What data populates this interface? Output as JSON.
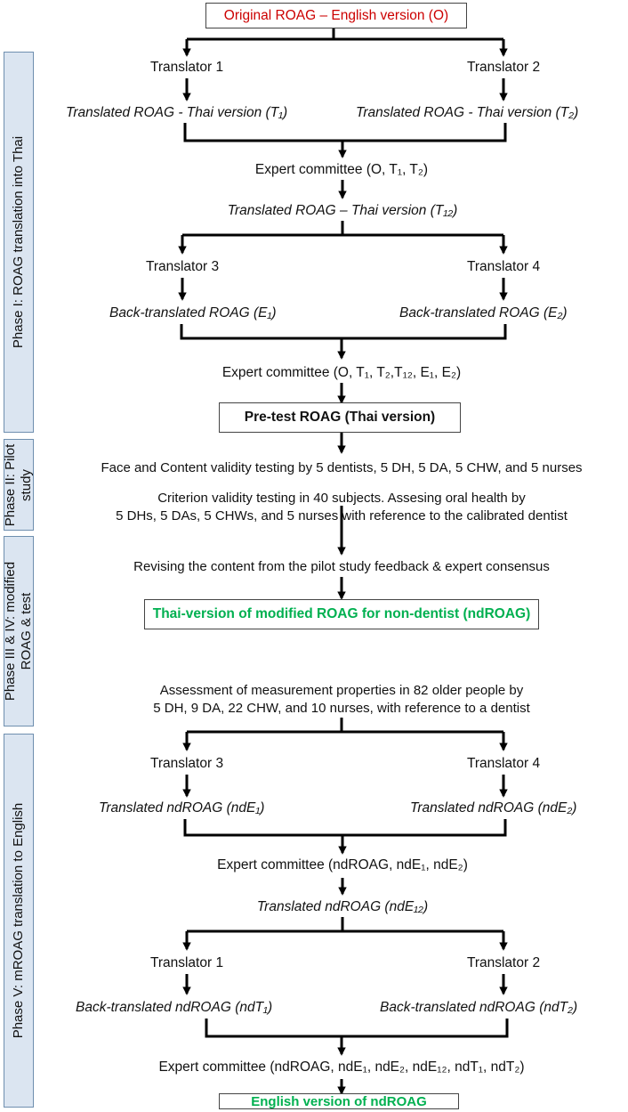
{
  "phases": {
    "p1": "Phase I: ROAG translation into Thai",
    "p2": "Phase II: Pilot study",
    "p3": "Phase III & IV: modified ROAG & test",
    "p5": "Phase V: mROAG translation to English"
  },
  "boxes": {
    "original": "Original ROAG – English version (O)",
    "pretest": "Pre-test ROAG (Thai version)",
    "ndroag": "Thai-version of modified ROAG for non-dentist (ndROAG)",
    "english": "English version of ndROAG"
  },
  "phase1": {
    "translator1": "Translator 1",
    "translator2": "Translator 2",
    "t1": "Translated ROAG - Thai version (T₁)",
    "t2": "Translated ROAG - Thai version (T₂)",
    "expert1": "Expert committee (O, T₁, T₂)",
    "t12": "Translated ROAG – Thai version (T₁₂)",
    "translator3": "Translator 3",
    "translator4": "Translator 4",
    "e1": "Back-translated ROAG (E₁)",
    "e2": "Back-translated ROAG (E₂)",
    "expert2": "Expert committee (O, T₁, T₂,T₁₂, E₁, E₂)"
  },
  "phase2": {
    "face": "Face and Content validity testing by 5 dentists, 5 DH, 5 DA, 5 CHW, and 5 nurses",
    "criterion1": "Criterion validity testing in 40 subjects. Assesing oral health by",
    "criterion2": "5 DHs, 5 DAs, 5 CHWs, and 5 nurses with reference to the calibrated dentist"
  },
  "phase3": {
    "revising": "Revising the content from the pilot study feedback & expert consensus",
    "assess1": "Assessment of measurement properties in 82 older people by",
    "assess2": "5 DH, 9 DA, 22 CHW, and 10 nurses, with reference to a dentist"
  },
  "phase5": {
    "translator3": "Translator 3",
    "translator4": "Translator 4",
    "nde1": "Translated ndROAG (ndE₁)",
    "nde2": "Translated ndROAG (ndE₂)",
    "expert3": "Expert committee (ndROAG, ndE₁, ndE₂)",
    "nde12": "Translated ndROAG (ndE₁₂)",
    "translator1": "Translator 1",
    "translator2": "Translator 2",
    "ndt1": "Back-translated ndROAG (ndT₁)",
    "ndt2": "Back-translated ndROAG (ndT₂)",
    "expert4": "Expert committee (ndROAG, ndE₁, ndE₂, ndE₁₂, ndT₁, ndT₂)"
  }
}
